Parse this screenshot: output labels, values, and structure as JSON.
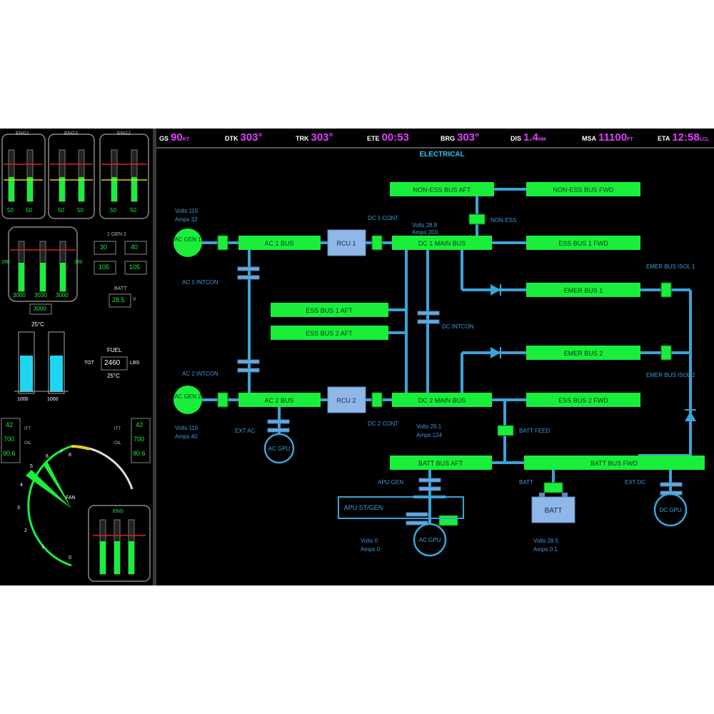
{
  "topbar": {
    "items": [
      {
        "label": "GS",
        "value": "90",
        "unit": "KT"
      },
      {
        "label": "DTK",
        "value": "303°",
        "unit": ""
      },
      {
        "label": "TRK",
        "value": "303°",
        "unit": ""
      },
      {
        "label": "ETE",
        "value": "00:53",
        "unit": ""
      },
      {
        "label": "BRG",
        "value": "303°",
        "unit": ""
      },
      {
        "label": "DIS",
        "value": "1.4",
        "unit": "NM"
      },
      {
        "label": "MSA",
        "value": "11100",
        "unit": "FT"
      },
      {
        "label": "ETA",
        "value": "12:58",
        "unit": "LCL"
      }
    ]
  },
  "synoptic": {
    "title": "ELECTRICAL",
    "buses": {
      "non_ess_aft": "NON-ESS BUS AFT",
      "non_ess_fwd": "NON-ESS BUS FWD",
      "ac1": "AC 1 BUS",
      "dc1_main": "DC 1 MAIN BUS",
      "ess1_fwd": "ESS BUS 1 FWD",
      "emer1": "EMER BUS 1",
      "ess1_aft": "ESS BUS 1 AFT",
      "ess2_aft": "ESS BUS 2 AFT",
      "emer2": "EMER BUS 2",
      "ac2": "AC 2 BUS",
      "dc2_main": "DC 2 MAIN BUS",
      "ess2_fwd": "ESS BUS 2 FWD",
      "batt_aft": "BATT BUS AFT",
      "batt_fwd": "BATT BUS FWD"
    },
    "rcu1": "RCU 1",
    "rcu2": "RCU 2",
    "ac_gen1": "AC GEN 1",
    "ac_gen2": "AC GEN 2",
    "ac_gpu": "AC GPU",
    "ac_gpu2": "AC GPU",
    "dc_gpu": "DC GPU",
    "batt_box": "BATT",
    "apu_stgen": "APU ST/GEN",
    "labels": {
      "gen1_volts": "Volts 115",
      "gen1_amps": "Amps 32",
      "dc1_cont": "DC 1 CONT",
      "dc1_volts": "Volts 28.8",
      "dc1_amps": "Amps 203",
      "non_ess": "NON-ESS",
      "emer_isol1": "EMER BUS ISOL 1",
      "ac1_intcon": "AC 1 INTCON",
      "dc_intcon": "DC INTCON",
      "ac2_intcon": "AC 2 INTCON",
      "emer_isol2": "EMER BUS ISOL 2",
      "gen2_volts": "Volts 115",
      "gen2_amps": "Amps 40",
      "ext_ac": "EXT AC",
      "dc2_cont": "DC 2 CONT",
      "dc2_volts": "Volts 29.1",
      "dc2_amps": "Amps 124",
      "batt_feed": "BATT FEED",
      "apu_gen": "APU GEN",
      "batt": "BATT",
      "ext_dc": "EXT DC",
      "apu_volts": "Volts 0",
      "apu_amps": "Amps 0",
      "batt_volts": "Volts 28.5",
      "batt_amps": "Amps 0.1"
    }
  },
  "eicas": {
    "eng_labels": [
      "ENG1",
      "ENG3",
      "ENG2"
    ],
    "gauge_values": [
      "50",
      "50",
      "50",
      "50",
      "50",
      "50"
    ],
    "gen_panel_values": [
      "3000",
      "3030",
      "3000"
    ],
    "gen_panel_sub": "3000",
    "gen_panel_side": [
      "280",
      "280"
    ],
    "gen_volts_title": "1 GEN 2",
    "gen_volts": [
      "30",
      "40"
    ],
    "gen_amps": [
      "105",
      "105"
    ],
    "batt_title": "BATT",
    "batt_value": "28.5",
    "batt_unit": "V",
    "tank_temp": "25°C",
    "tank_values": [
      "1000",
      "1000"
    ],
    "fuel_title": "FUEL",
    "fuel_total": "2460",
    "fuel_temp": "25°C",
    "fuel_left": "TOT",
    "fuel_right": "LBS",
    "left_box": [
      "42",
      "700",
      "90.6"
    ],
    "right_box": [
      "42",
      "700",
      "90.6"
    ],
    "box_labels": [
      "ITT",
      "OIL"
    ],
    "dial_label": "FAN",
    "dial_ticks": [
      "0",
      "1",
      "2",
      "3",
      "4",
      "5",
      "6",
      "7",
      "8"
    ],
    "mini_title": "ENG"
  },
  "colors": {
    "bus_green": "#19ef3a",
    "line_blue": "#3aa4d8",
    "box_blue": "#8fb8e8",
    "topbar_magenta": "#e040ff",
    "title_cyan": "#2ec6ee",
    "label_blue": "#3d9ad6"
  }
}
